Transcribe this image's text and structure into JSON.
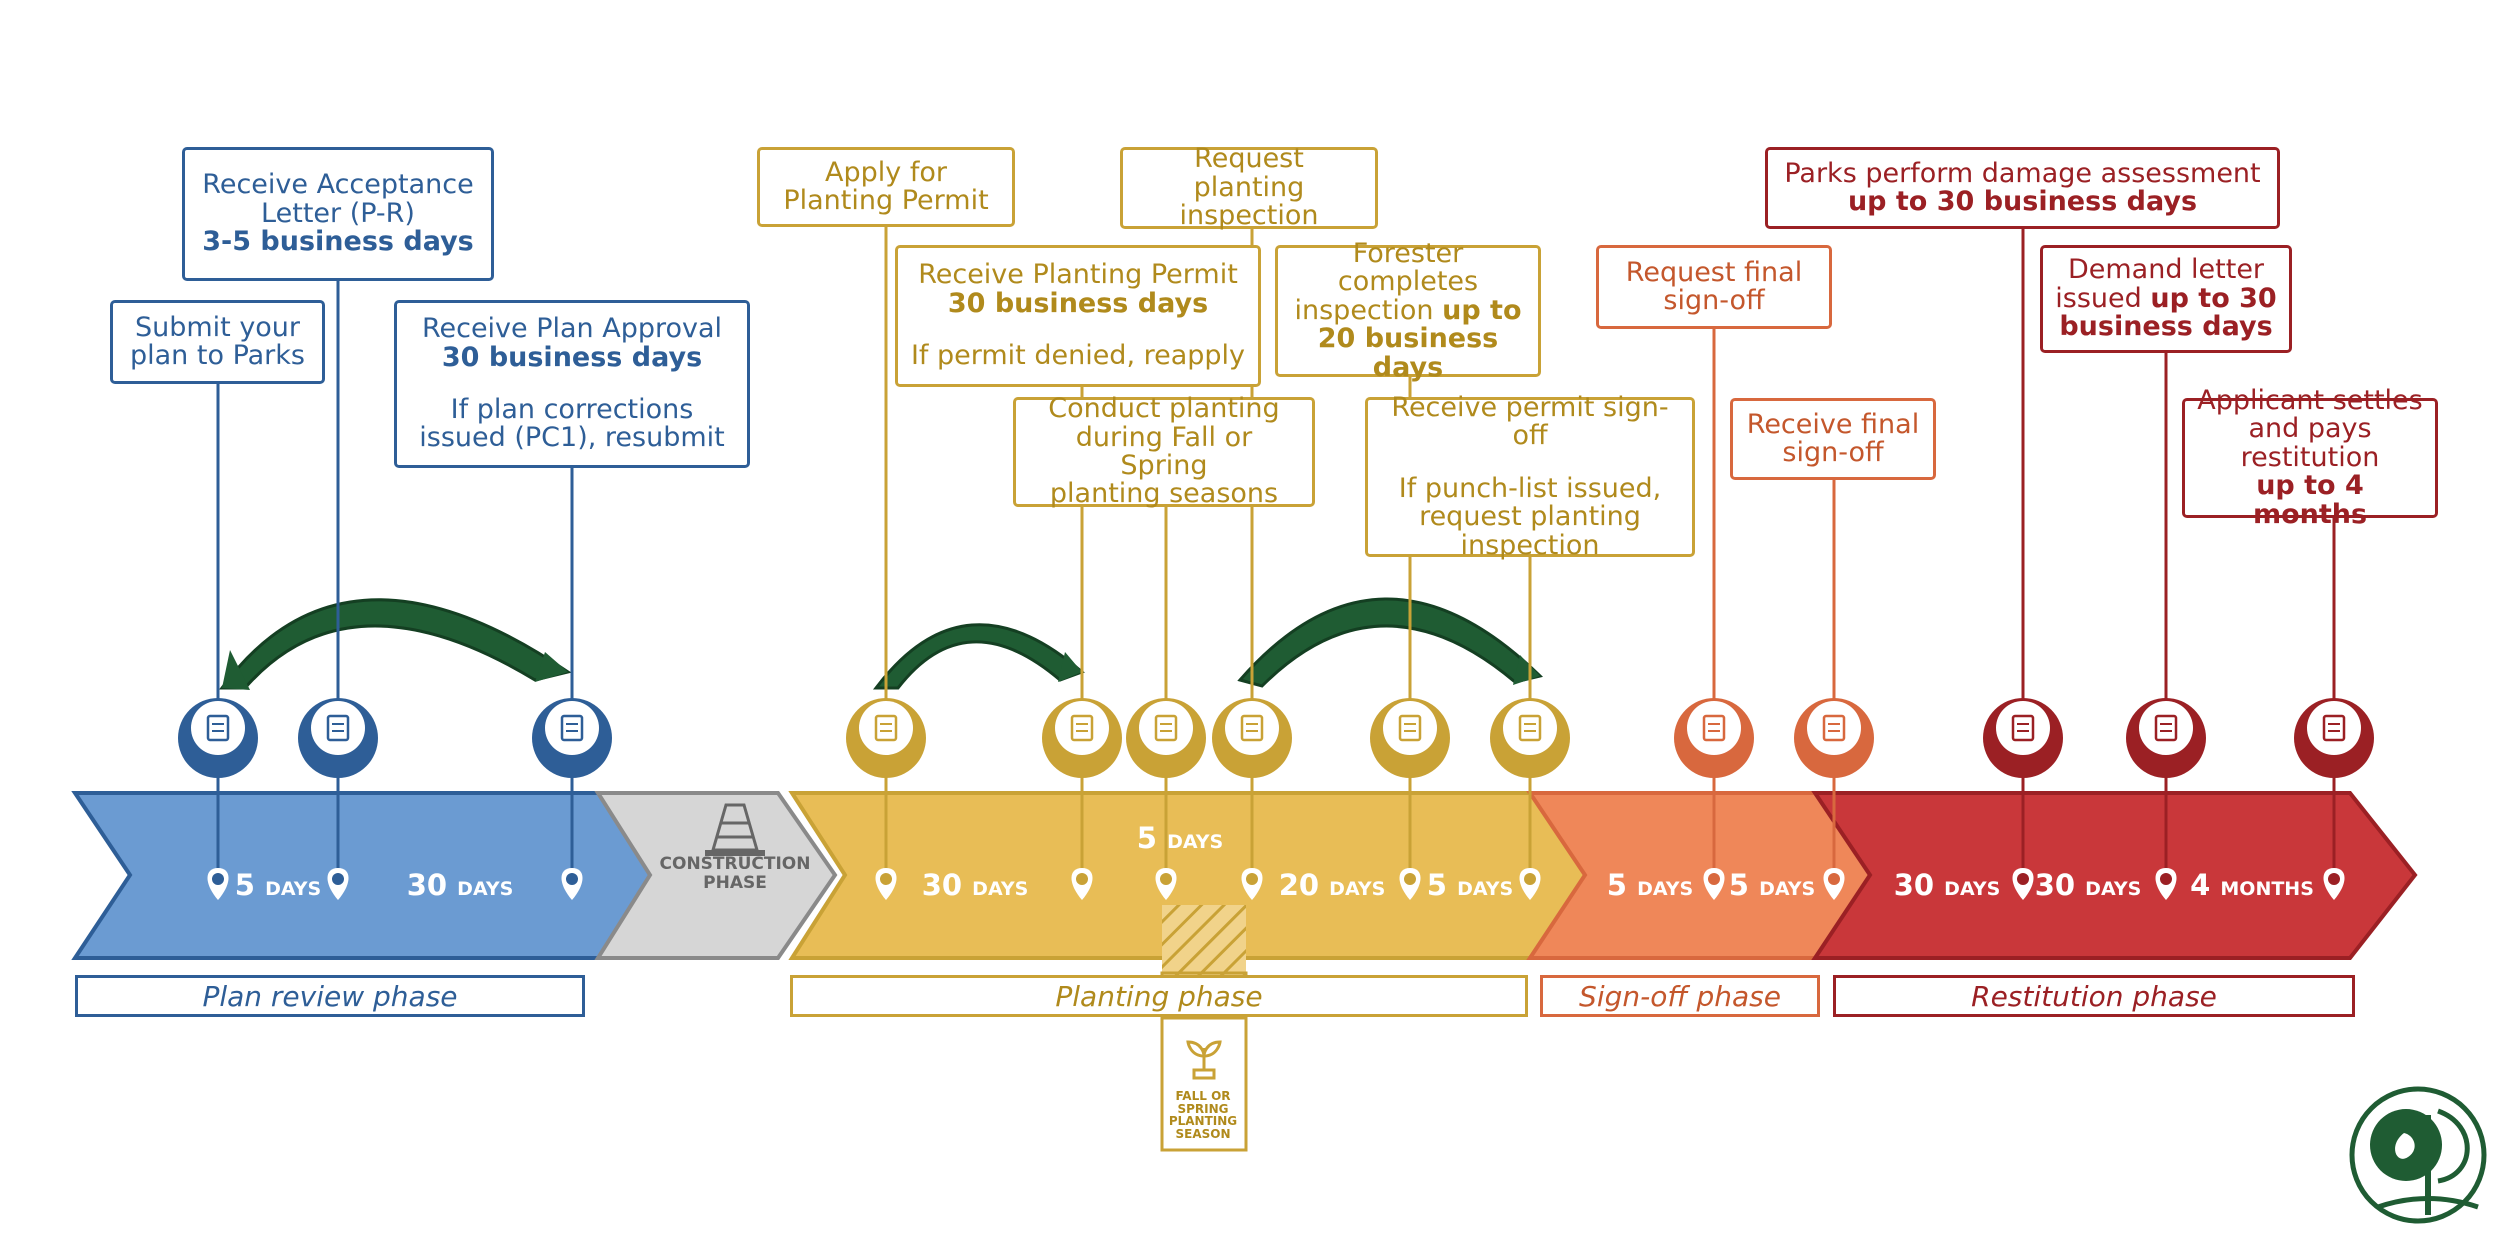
{
  "boxes": {
    "submit_plan": {
      "line1": "Submit your",
      "line2": "plan to Parks"
    },
    "acceptance": {
      "line1": "Receive Acceptance",
      "line2": "Letter (P-R)",
      "bold": "3-5 business days"
    },
    "plan_approval": {
      "line1": "Receive Plan Approval",
      "bold": "30 business days",
      "line2": "If plan corrections",
      "line3": "issued (PC1), resubmit"
    },
    "apply_permit": {
      "line1": "Apply for",
      "line2": "Planting Permit"
    },
    "receive_permit": {
      "line1": "Receive Planting Permit",
      "bold": "30 business days",
      "line2": "If permit denied, reapply"
    },
    "conduct_planting": {
      "line1": "Conduct planting",
      "line2": "during Fall or Spring",
      "line3": "planting seasons"
    },
    "request_inspection": {
      "line1": "Request planting",
      "line2": "inspection"
    },
    "forester": {
      "line1": "Forester",
      "line2": "completes",
      "line3": "inspection",
      "bold1": "up to",
      "bold2": "20 business days"
    },
    "permit_signoff": {
      "line1": "Receive permit sign-off",
      "line2": "If punch-list issued,",
      "line3": "request planting",
      "line4": "inspection"
    },
    "request_final": {
      "line1": "Request final",
      "line2": "sign-off"
    },
    "receive_final": {
      "line1": "Receive final",
      "line2": "sign-off"
    },
    "damage_assessment": {
      "line1": "Parks perform damage assessment",
      "bold": "up to 30 business days"
    },
    "demand_letter": {
      "line1": "Demand letter",
      "line2": "issued",
      "bold1": "up to 30",
      "bold2": "business days"
    },
    "restitution": {
      "line1": "Applicant settles",
      "line2": "and pays restitution",
      "bold": "up to 4 months"
    }
  },
  "durations": [
    {
      "num": "5",
      "unit": "DAYS"
    },
    {
      "num": "30",
      "unit": "DAYS"
    },
    {
      "num": "30",
      "unit": "DAYS"
    },
    {
      "num": "5",
      "unit": "DAYS"
    },
    {
      "num": "20",
      "unit": "DAYS"
    },
    {
      "num": "5",
      "unit": "DAYS"
    },
    {
      "num": "5",
      "unit": "DAYS"
    },
    {
      "num": "5",
      "unit": "DAYS"
    },
    {
      "num": "30",
      "unit": "DAYS"
    },
    {
      "num": "30",
      "unit": "DAYS"
    },
    {
      "num": "4",
      "unit": "MONTHS"
    }
  ],
  "construction": {
    "line1": "CONSTRUCTION",
    "line2": "PHASE"
  },
  "season": {
    "line1": "FALL OR",
    "line2": "SPRING",
    "line3": "PLANTING",
    "line4": "SEASON"
  },
  "phases": {
    "plan_review": "Plan review phase",
    "planting": "Planting phase",
    "signoff": "Sign-off phase",
    "restitution": "Restitution phase"
  },
  "icons": [
    "document-icon",
    "envelope-icon",
    "approval-icon",
    "permit-icon",
    "award-icon",
    "planting-hand-icon",
    "inspection-icon",
    "magnifier-icon",
    "checklist-icon",
    "certificate-icon",
    "stamp-icon",
    "alert-icon",
    "mail-alert-icon",
    "payment-hand-icon"
  ],
  "colors": {
    "blue": "#2e5e97",
    "gold": "#c9a236",
    "orange": "#d8683e",
    "red": "#9b2024",
    "green": "#1f5c33",
    "gray": "#c8c8c8"
  }
}
